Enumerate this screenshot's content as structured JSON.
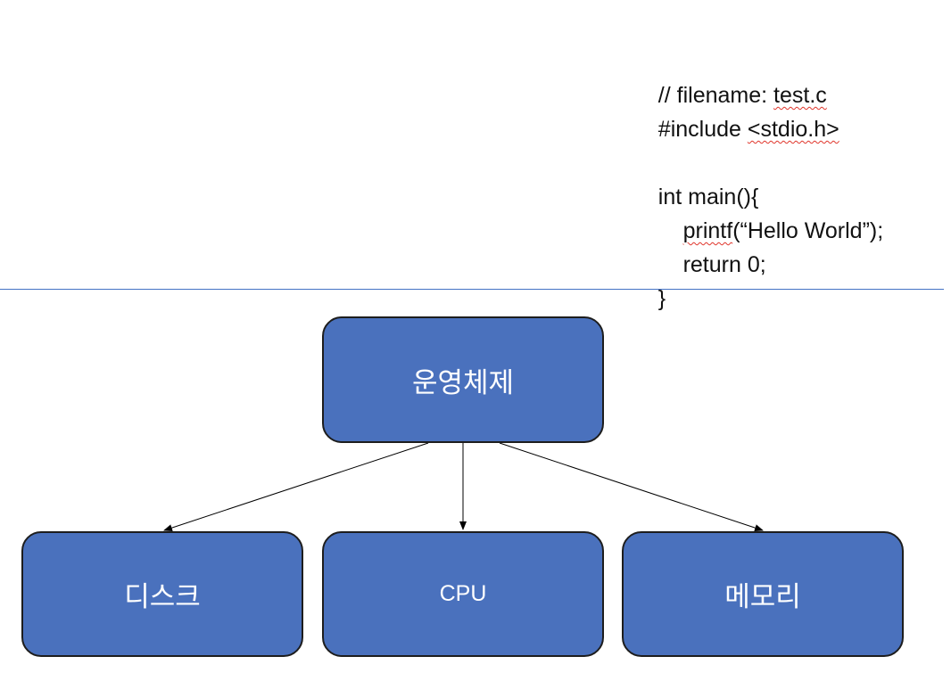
{
  "code": {
    "lines": [
      {
        "parts": [
          {
            "text": "// filename: "
          },
          {
            "text": "test.c",
            "squiggle": true
          }
        ]
      },
      {
        "parts": [
          {
            "text": "#include "
          },
          {
            "text": "<stdio.h>",
            "squiggle": true
          }
        ]
      },
      {
        "parts": [
          {
            "text": ""
          }
        ]
      },
      {
        "parts": [
          {
            "text": "int main(){"
          }
        ]
      },
      {
        "parts": [
          {
            "text": "    "
          },
          {
            "text": "printf",
            "squiggle": true
          },
          {
            "text": "(“Hello World”);"
          }
        ]
      },
      {
        "parts": [
          {
            "text": "    return 0;"
          }
        ]
      },
      {
        "parts": [
          {
            "text": "}"
          }
        ]
      }
    ]
  },
  "diagram": {
    "root": {
      "label": "운영체제"
    },
    "children": [
      {
        "label": "디스크"
      },
      {
        "label": "CPU"
      },
      {
        "label": "메모리"
      }
    ]
  },
  "colors": {
    "node_fill": "#4a71bd",
    "node_border": "#1d1d1d",
    "divider": "#4472c4",
    "spellcheck_underline": "#e0352b"
  }
}
